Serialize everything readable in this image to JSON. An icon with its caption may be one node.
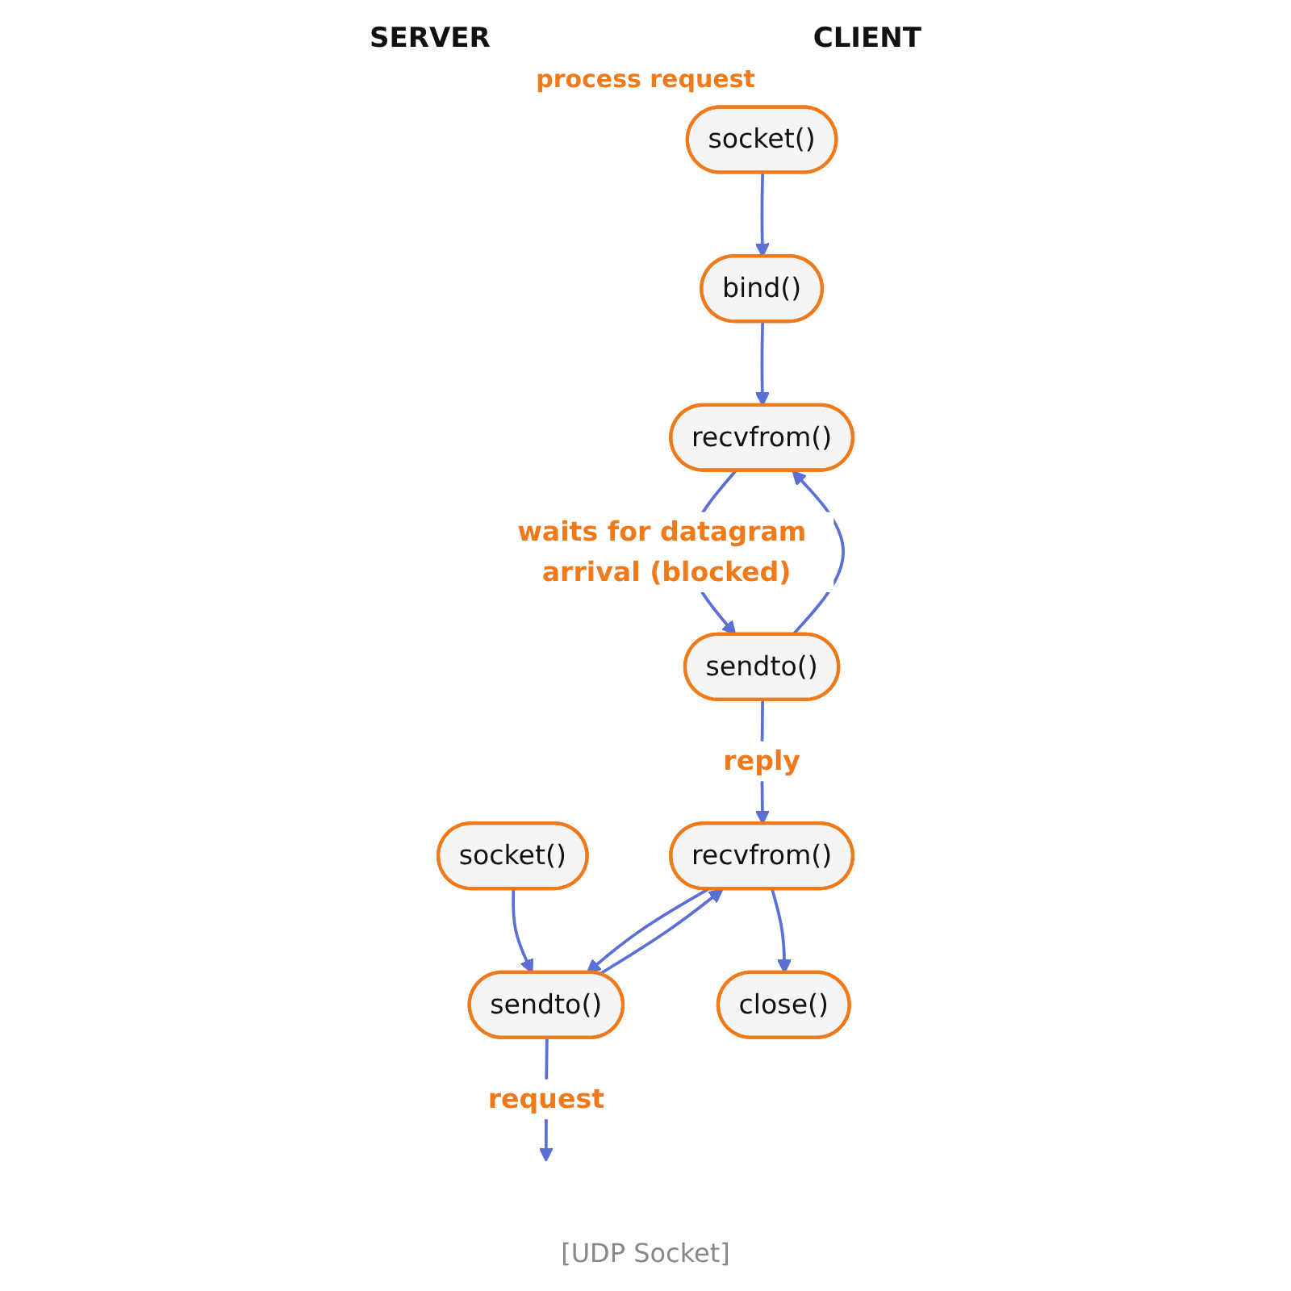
{
  "diagram": {
    "caption": "[UDP Socket]",
    "nodes": [
      {
        "text": [
          "socket()"
        ]
      },
      {
        "text": [
          "bind()"
        ]
      },
      {
        "text": [
          "recvfrom()"
        ]
      },
      {
        "text": [
          "sendto()"
        ]
      },
      {
        "text": [
          "socket()"
        ]
      },
      {
        "text": [
          "sendto()"
        ]
      },
      {
        "text": [
          "recvfrom()"
        ]
      },
      {
        "text": [
          "close()"
        ]
      }
    ],
    "edges": [
      {
        "from": 0,
        "to": 1,
        "arrow": "to"
      },
      {
        "from": 1,
        "to": 2,
        "arrow": "to"
      },
      {
        "from": 2,
        "to": 3,
        "arrow": "to",
        "label": "waits for datagram arrival (blocked)"
      },
      {
        "from": 3,
        "to": 2,
        "arrow": "to"
      },
      {
        "from": 4,
        "to": 5,
        "arrow": "to"
      },
      {
        "from": 5,
        "to": null,
        "arrow": "to",
        "label": "request"
      },
      {
        "from": 3,
        "to": 6,
        "arrow": "to",
        "label": "reply"
      },
      {
        "from": 5,
        "to": 6,
        "arrow": "to"
      },
      {
        "from": 6,
        "to": 5,
        "arrow": "to"
      },
      {
        "from": 6,
        "to": 7,
        "arrow": "to"
      }
    ],
    "labels": [
      "SERVER",
      "CLIENT",
      "process request"
    ]
  }
}
